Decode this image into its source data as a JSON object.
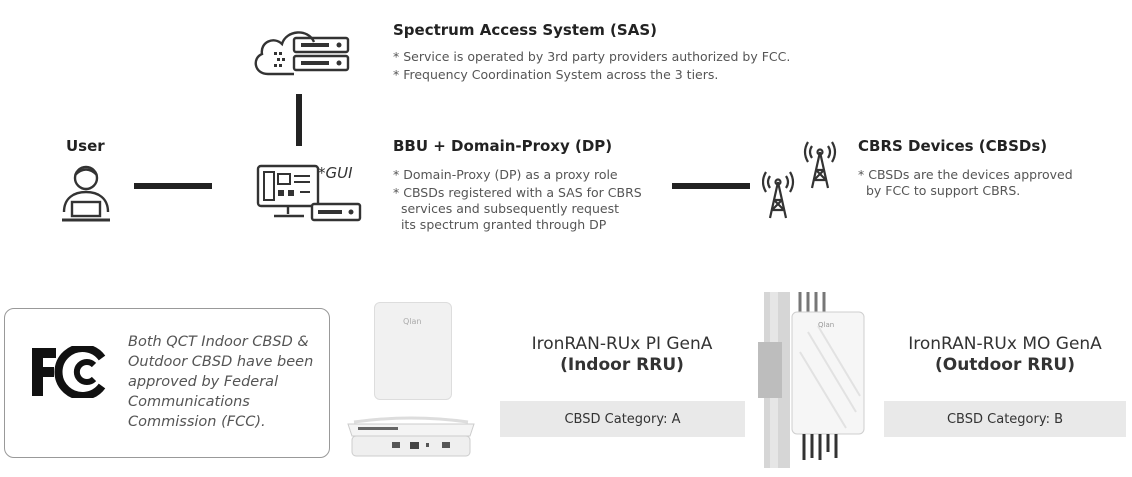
{
  "sas": {
    "title": "Spectrum Access System (SAS)",
    "notes": [
      "* Service is operated by 3rd party providers authorized by FCC.",
      "* Frequency Coordination System across the 3 tiers."
    ]
  },
  "user": {
    "label": "User"
  },
  "gui": {
    "label": "*GUI"
  },
  "bbu": {
    "title": "BBU + Domain-Proxy (DP)",
    "notes": [
      "* Domain-Proxy (DP) as a proxy role",
      "* CBSDs registered with a SAS for CBRS\n  services and subsequently request\n  its spectrum granted through DP"
    ]
  },
  "cbsd": {
    "title": "CBRS Devices (CBSDs)",
    "notes": [
      "* CBSDs are the devices approved\n  by FCC to support CBRS."
    ]
  },
  "fcc": {
    "logo": "FC",
    "text": "Both QCT Indoor CBSD &\nOutdoor CBSD have been\napproved by Federal\nCommunications\nCommission (FCC)."
  },
  "indoor": {
    "name": "IronRAN-RUx PI GenA",
    "type": "(Indoor RRU)",
    "category": "CBSD Category: A"
  },
  "outdoor": {
    "name": "IronRAN-RUx MO GenA",
    "type": "(Outdoor RRU)",
    "category": "CBSD Category: B"
  },
  "device_brand": "Qlan",
  "colors": {
    "line": "#222222",
    "icon": "#333333",
    "bar": "#e9e9e9"
  }
}
